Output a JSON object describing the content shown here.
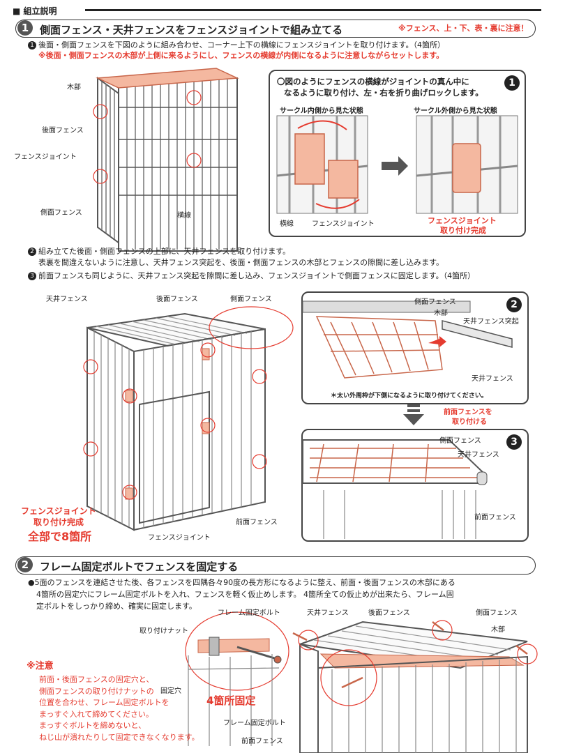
{
  "header": {
    "title": "■ 組立説明"
  },
  "section1": {
    "num": "1",
    "title": "側面フェンス・天井フェンスをフェンスジョイントで組み立てる",
    "note": "※フェンス、上・下、表・裏に注意！",
    "step1_num": "1",
    "step1_text": "後面・側面フェンスを下図のように組み合わせ、コーナー上下の横線にフェンスジョイントを取り付けます。（4箇所）",
    "step1_warning": "※後面・側面フェンスの木部が上側に来るようにし、フェンスの横線が内側になるように注意しながらセットします。",
    "fig1": {
      "label_wood": "木部",
      "label_back": "後面フェンス",
      "label_joint": "フェンスジョイント",
      "label_side": "側面フェンス",
      "label_horizontal": "横線"
    },
    "panel1": {
      "num": "1",
      "desc_line1": "〇図のようにフェンスの横線がジョイントの真ん中に",
      "desc_line2": "なるように取り付け、左・右を折り曲げロックします。",
      "label_inside": "サークル内側から見た状態",
      "label_outside": "サークル外側から見た状態",
      "label_horizontal": "横線",
      "label_joint": "フェンスジョイント",
      "done_line1": "フェンスジョイント",
      "done_line2": "取り付け完成"
    },
    "step2_num": "2",
    "step2_line1": "組み立てた後面・側面フェンスの上部に、天井フェンスを取り付けます。",
    "step2_line2": "表裏を間違えないように注意し、天井フェンス突起を、後面・側面フェンスの木部とフェンスの隙間に差し込みます。",
    "step3_num": "3",
    "step3_text": "前面フェンスも同じように、天井フェンス突起を隙間に差し込み、フェンスジョイントで側面フェンスに固定します。（4箇所）",
    "fig2": {
      "label_ceiling": "天井フェンス",
      "label_back": "後面フェンス",
      "label_side": "側面フェンス",
      "label_front": "前面フェンス",
      "label_joint": "フェンスジョイント",
      "done_line1": "フェンスジョイント",
      "done_line2": "取り付け完成",
      "done_total": "全部で8箇所"
    },
    "panel2": {
      "num": "2",
      "label_side": "側面フェンス",
      "label_wood": "木部",
      "label_protrusion": "天井フェンス突起",
      "label_ceiling": "天井フェンス",
      "note": "＊太い外周枠が下側になるように取り付けてください。"
    },
    "arrow_line1": "前面フェンスを",
    "arrow_line2": "取り付ける",
    "panel3": {
      "num": "3",
      "label_side": "側面フェンス",
      "label_ceiling": "天井フェンス",
      "label_front": "前面フェンス"
    }
  },
  "section2": {
    "num": "2",
    "title": "フレーム固定ボルトでフェンスを固定する",
    "text_line1": "●5面のフェンスを連結させた後、各フェンスを四隅各々90度の長方形になるように整え、前面・後面フェンスの木部にある",
    "text_line2": "4箇所の固定穴にフレーム固定ボルトを入れ、フェンスを軽く仮止めします。 4箇所全ての仮止めが出来たら、フレーム固",
    "text_line3": "定ボルトをしっかり締め、確実に固定します。",
    "labels": {
      "bolt_top": "フレーム固定ボルト",
      "nut": "取り付けナット",
      "hole": "固定穴",
      "four_places": "4箇所固定",
      "bolt_bottom": "フレーム固定ボルト",
      "front": "前面フェンス",
      "ceiling": "天井フェンス",
      "back": "後面フェンス",
      "side": "側面フェンス",
      "wood": "木部"
    },
    "caution_title": "※注意",
    "caution_lines": [
      "前面・後面フェンスの固定穴と、",
      "側面フェンスの取り付けナットの",
      "位置を合わせ、フレーム固定ボルトを",
      "まっすぐ入れて締めてください。",
      "まっすぐボルトを締めないと、",
      "ねじ山が潰れたりして固定できなくなります。"
    ]
  },
  "colors": {
    "accent_red": "#e53b2f",
    "joint_fill": "#f4b8a0",
    "joint_stroke": "#c8664a",
    "wire": "#666666"
  }
}
